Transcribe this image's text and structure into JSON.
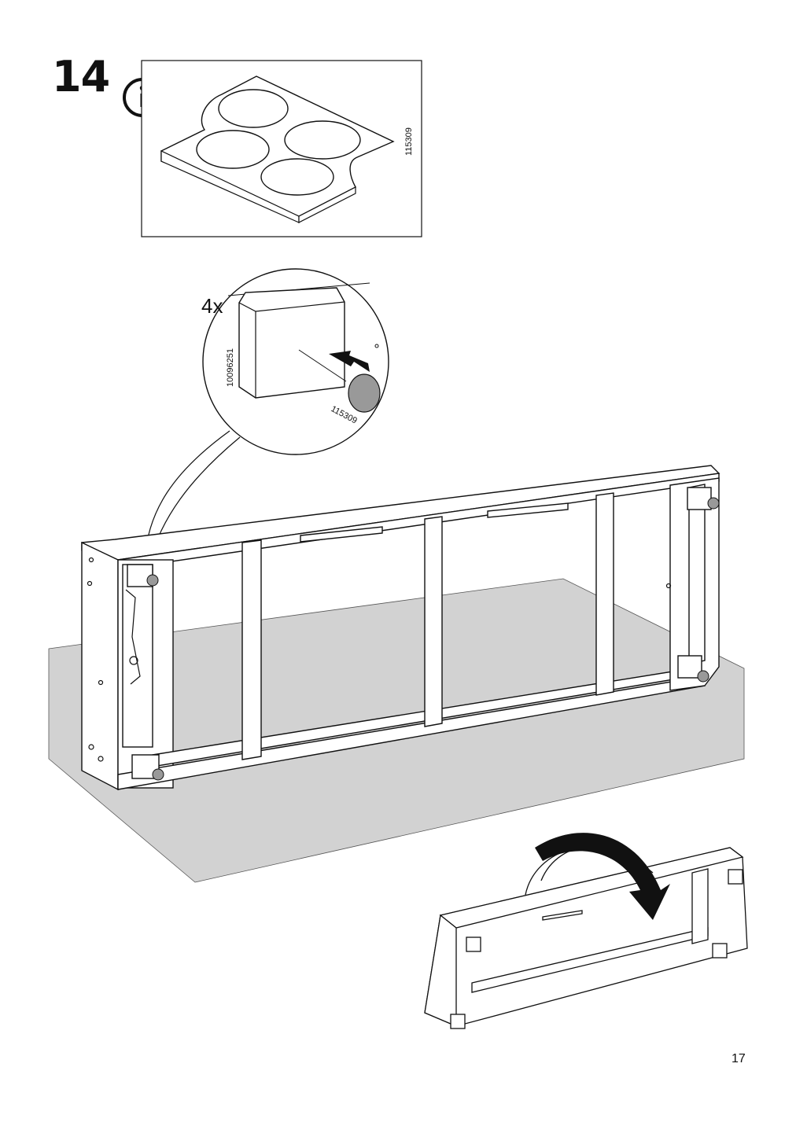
{
  "step": {
    "number": "14"
  },
  "info_panel": {
    "part_number": "115309",
    "icon": "info-icon"
  },
  "detail_callout": {
    "quantity": "4x",
    "block_part_number": "10096251",
    "pad_part_number": "115309"
  },
  "page": {
    "number": "17"
  }
}
